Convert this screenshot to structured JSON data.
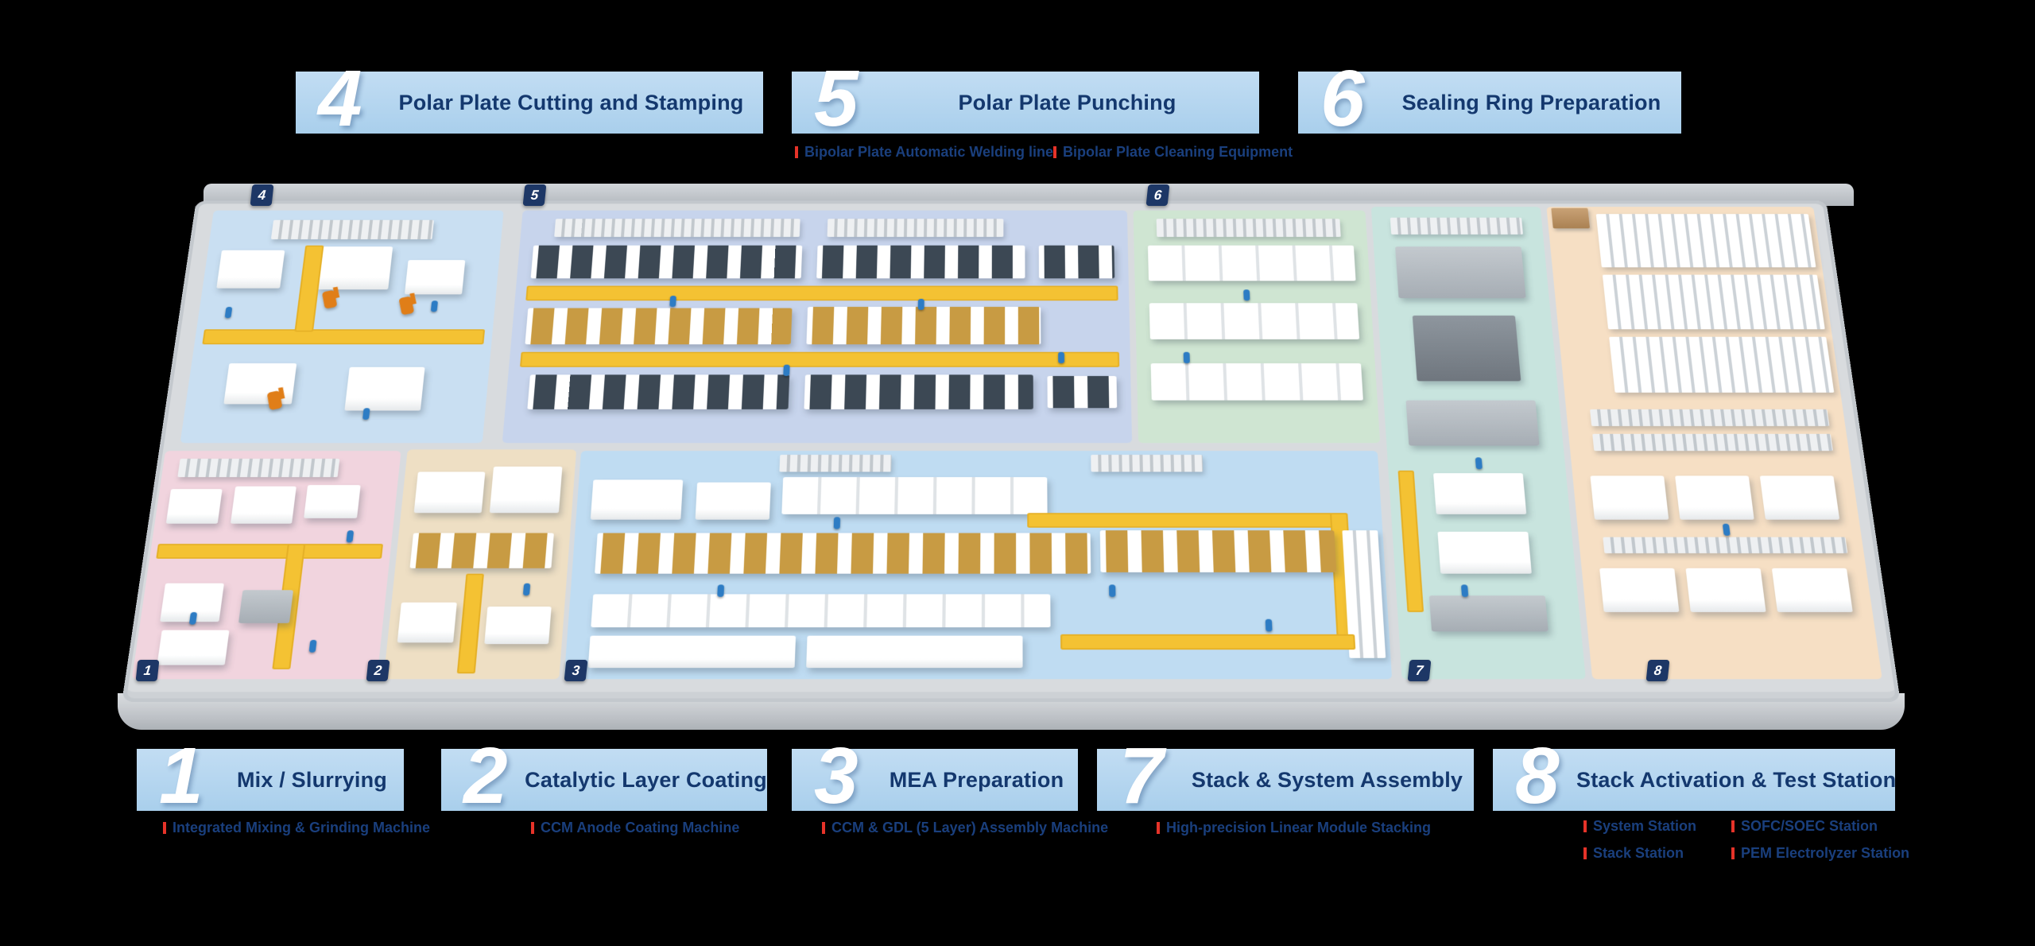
{
  "colors": {
    "background": "#000000",
    "banner_bg": "#b5d6ee",
    "banner_text": "#14386e",
    "station_number": "#ffffff",
    "bullet_marker_red": "#e63329",
    "bullet_text": "#1a3f7d",
    "floor_tag_bg": "#1d3766",
    "agv_path_yellow": "#f4c233",
    "zone_1": "#f1d4de",
    "zone_2": "#eedfc4",
    "zone_3": "#bfdcf2",
    "zone_4": "#c9dff2",
    "zone_5": "#c7d4ec",
    "zone_6": "#cfe5d2",
    "zone_7": "#c8e4de",
    "zone_8": "#f6dfc4"
  },
  "stations_top": [
    {
      "num": "4",
      "title": "Polar Plate Cutting and Stamping",
      "bullets": []
    },
    {
      "num": "5",
      "title": "Polar Plate Punching",
      "bullets": [
        "Bipolar Plate Automatic Welding line",
        "Bipolar Plate Cleaning Equipment"
      ]
    },
    {
      "num": "6",
      "title": "Sealing Ring Preparation",
      "bullets": []
    }
  ],
  "stations_bottom": [
    {
      "num": "1",
      "title": "Mix / Slurrying",
      "bullets": [
        "Integrated Mixing & Grinding Machine"
      ]
    },
    {
      "num": "2",
      "title": "Catalytic Layer Coating",
      "bullets": [
        "CCM Anode Coating Machine"
      ]
    },
    {
      "num": "3",
      "title": "MEA Preparation",
      "bullets": [
        "CCM & GDL (5 Layer) Assembly Machine"
      ]
    },
    {
      "num": "7",
      "title": "Stack & System Assembly",
      "bullets": [
        "High-precision Linear Module Stacking"
      ]
    },
    {
      "num": "8",
      "title": "Stack Activation & Test Station",
      "bullets": [
        "System Station",
        "SOFC/SOEC Station",
        "Stack Station",
        "PEM Electrolyzer Station"
      ]
    }
  ]
}
